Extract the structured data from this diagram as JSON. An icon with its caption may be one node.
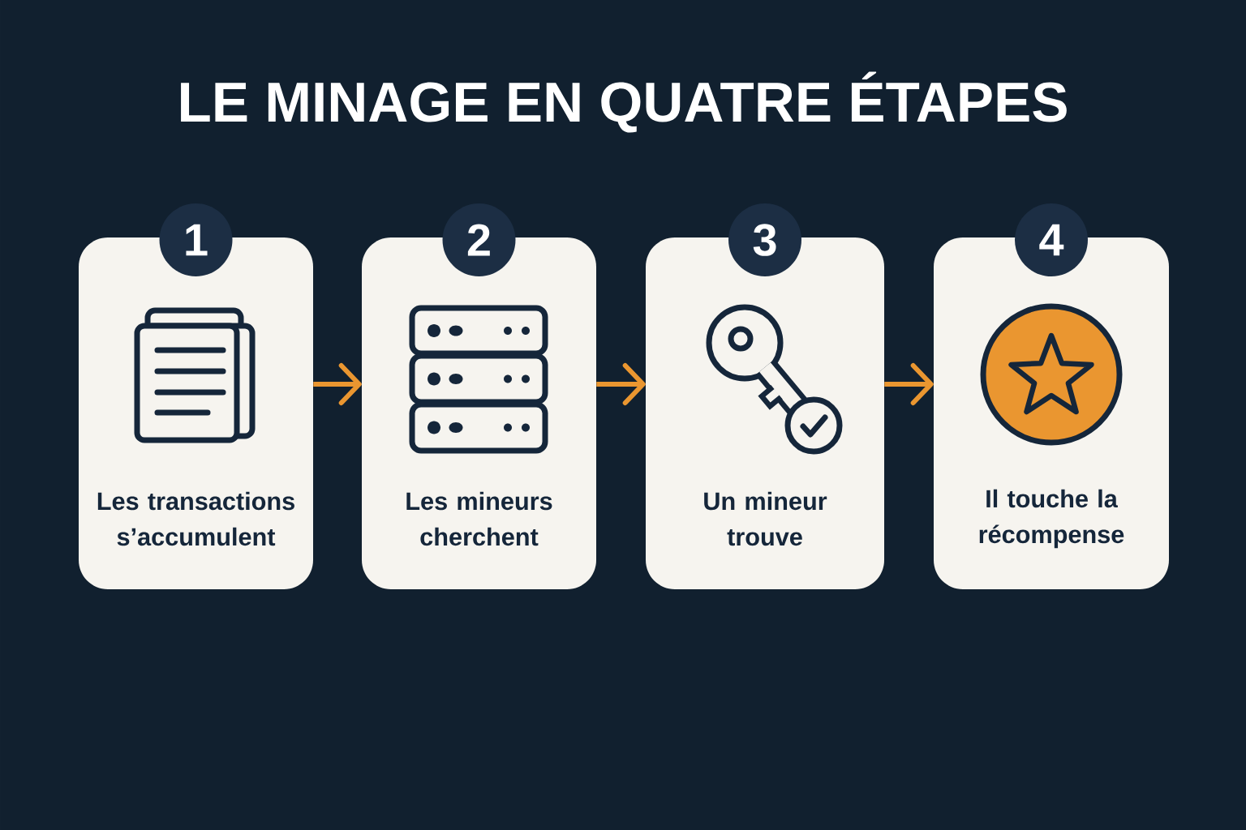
{
  "diagram": {
    "title": "LE MINAGE EN QUATRE ÉTAPES",
    "nodes": [
      {
        "text": [
          "1",
          "Les transactions s’accumulent"
        ]
      },
      {
        "text": [
          "2",
          "Les mineurs cherchent"
        ]
      },
      {
        "text": [
          "3",
          "Un mineur trouve"
        ]
      },
      {
        "text": [
          "4",
          "Il touche la récompense"
        ]
      }
    ],
    "edges": [
      {
        "from": 0,
        "to": 1,
        "arrow": "to"
      },
      {
        "from": 1,
        "to": 2,
        "arrow": "to"
      },
      {
        "from": 2,
        "to": 3,
        "arrow": "to"
      }
    ]
  }
}
